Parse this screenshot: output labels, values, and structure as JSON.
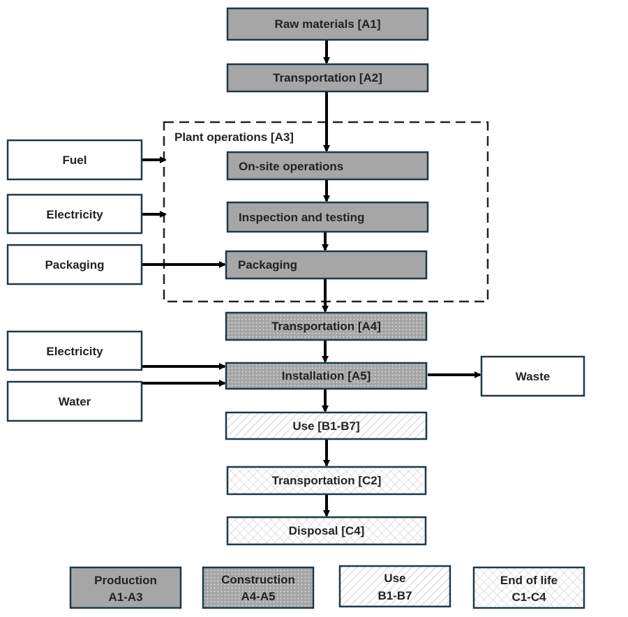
{
  "stages": {
    "a1": "Raw materials [A1]",
    "a2": "Transportation [A2]",
    "a3_group": "Plant operations [A3]",
    "onsite": "On-site operations",
    "inspection": "Inspection and testing",
    "packaging": "Packaging",
    "a4": "Transportation [A4]",
    "a5": "Installation [A5]",
    "b": "Use [B1-B7]",
    "c2": "Transportation [C2]",
    "c4": "Disposal [C4]"
  },
  "inputs": {
    "fuel": "Fuel",
    "electricity_plant": "Electricity",
    "packaging": "Packaging",
    "electricity_install": "Electricity",
    "water": "Water"
  },
  "outputs": {
    "waste": "Waste"
  },
  "legend": [
    {
      "line1": "Production",
      "line2": "A1-A3"
    },
    {
      "line1": "Construction",
      "line2": "A4-A5"
    },
    {
      "line1": "Use",
      "line2": "B1-B7"
    },
    {
      "line1": "End of life",
      "line2": "C1-C4"
    }
  ],
  "colors": {
    "outline": "#1e3848",
    "production_fill": "#a6a6a6",
    "construction_fill": "#a6a6a6",
    "white": "#ffffff",
    "text": "#222222",
    "arrow": "#000000"
  }
}
